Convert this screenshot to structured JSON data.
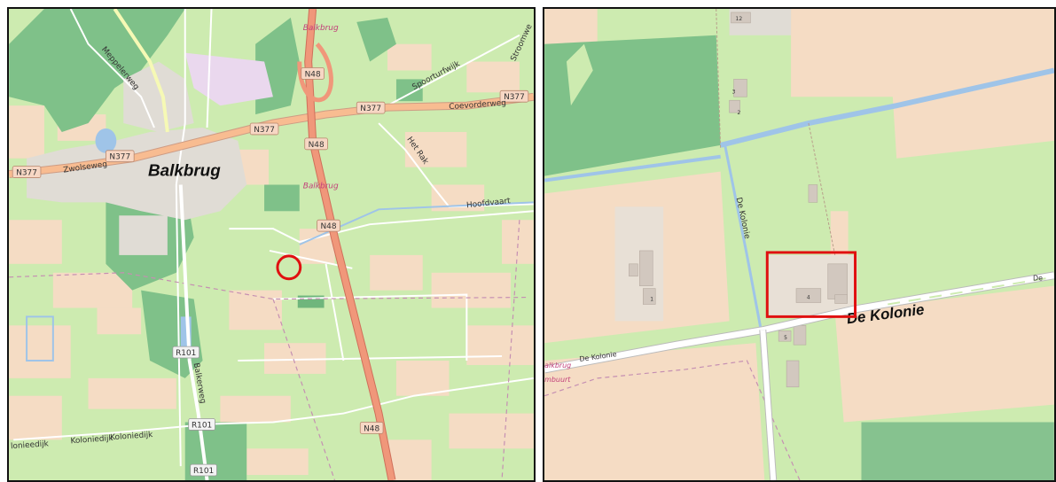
{
  "left_map": {
    "town": "Balkbrug",
    "road_labels": {
      "n377_a": "N377",
      "n377_b": "N377",
      "n377_c": "N377",
      "n377_d": "N377",
      "n48_a": "N48",
      "n48_b": "N48",
      "n48_c": "N48",
      "n48_d": "N48",
      "r101_a": "R101",
      "r101_b": "R101",
      "r101_c": "R101"
    },
    "street_labels": {
      "meppelerweg": "Meppelerweg",
      "zwolseweg": "Zwolseweg",
      "coevorderweg": "Coevorderweg",
      "spoorturfwijk": "Spoorturfwijk",
      "stroomweg": "Stroomwe",
      "het_rak": "Het Rak",
      "hoofdvaart": "Hoofdvaart",
      "balkerweg": "Balkerweg",
      "koloniedijk_a": "lonieedijk",
      "koloniedijk_b": "Koloniedijk",
      "koloniedijk_c": "Koloniedijk"
    },
    "place_labels": {
      "balkbrug_top": "Balkbrug",
      "balkbrug_mid": "Balkbrug"
    },
    "marker_color": "#e01010"
  },
  "right_map": {
    "road_label_main": "De Kolonie",
    "road_label_small": "De Kolonie",
    "road_label_right": "De",
    "canal_label": "De Kolonie",
    "edge_label_1": "alkbrug",
    "edge_label_2": "mbuurt",
    "house_numbers": {
      "h1": "1",
      "h4": "4",
      "h5": "5",
      "h2": "2",
      "h3": "3",
      "h12": "12"
    },
    "highlight_color": "#e01010"
  }
}
